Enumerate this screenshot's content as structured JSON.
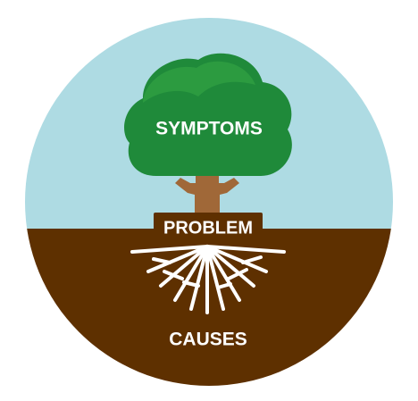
{
  "diagram": {
    "labels": {
      "symptoms": "SYMPTOMS",
      "problem": "PROBLEM",
      "causes": "CAUSES"
    },
    "colors": {
      "sky": "#aedbe3",
      "soil": "#5e3000",
      "canopy": "#1f8a3a",
      "canopy_highlight": "#3cb04a",
      "trunk": "#a06838",
      "roots": "#ffffff",
      "problem_bar": "#5e3000",
      "text": "#ffffff"
    },
    "icons": {
      "tree": "tree-icon",
      "roots": "roots-icon"
    }
  }
}
